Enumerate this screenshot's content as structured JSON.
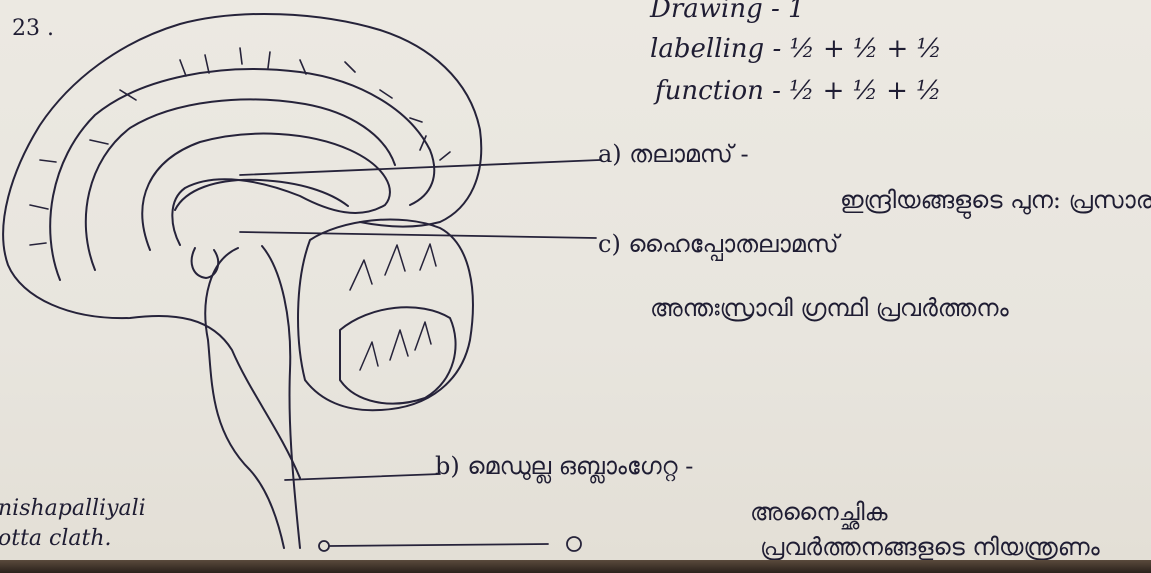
{
  "question_number": "23 .",
  "marks": {
    "drawing": "Drawing - 1",
    "labelling": "labelling - ½ + ½ + ½",
    "function": "function - ½ + ½ + ½"
  },
  "labels": {
    "a": {
      "name": "a) തലാമസ് -",
      "function": "ഇന്ദ്രിയങ്ങളുടെ പുന: പ്രസാരണം"
    },
    "c": {
      "name": "c) ഹൈപ്പോതലാമസ്",
      "function": "അന്തഃസ്രാവി ഗ്രന്ഥി പ്രവർത്തനം"
    },
    "b": {
      "name": "b) മെഡുല്ല ഒബ്ലാംഗേറ്റ -",
      "function_line1": "അനൈച്ഛിക",
      "function_line2": "പ്രവർത്തനങ്ങളുടെ നിയന്ത്രണം"
    }
  },
  "signature": {
    "line1": "nishapalliyali",
    "line2": "otta clath."
  },
  "colors": {
    "ink": "#1f1d33",
    "paper": "#ece9e2"
  }
}
